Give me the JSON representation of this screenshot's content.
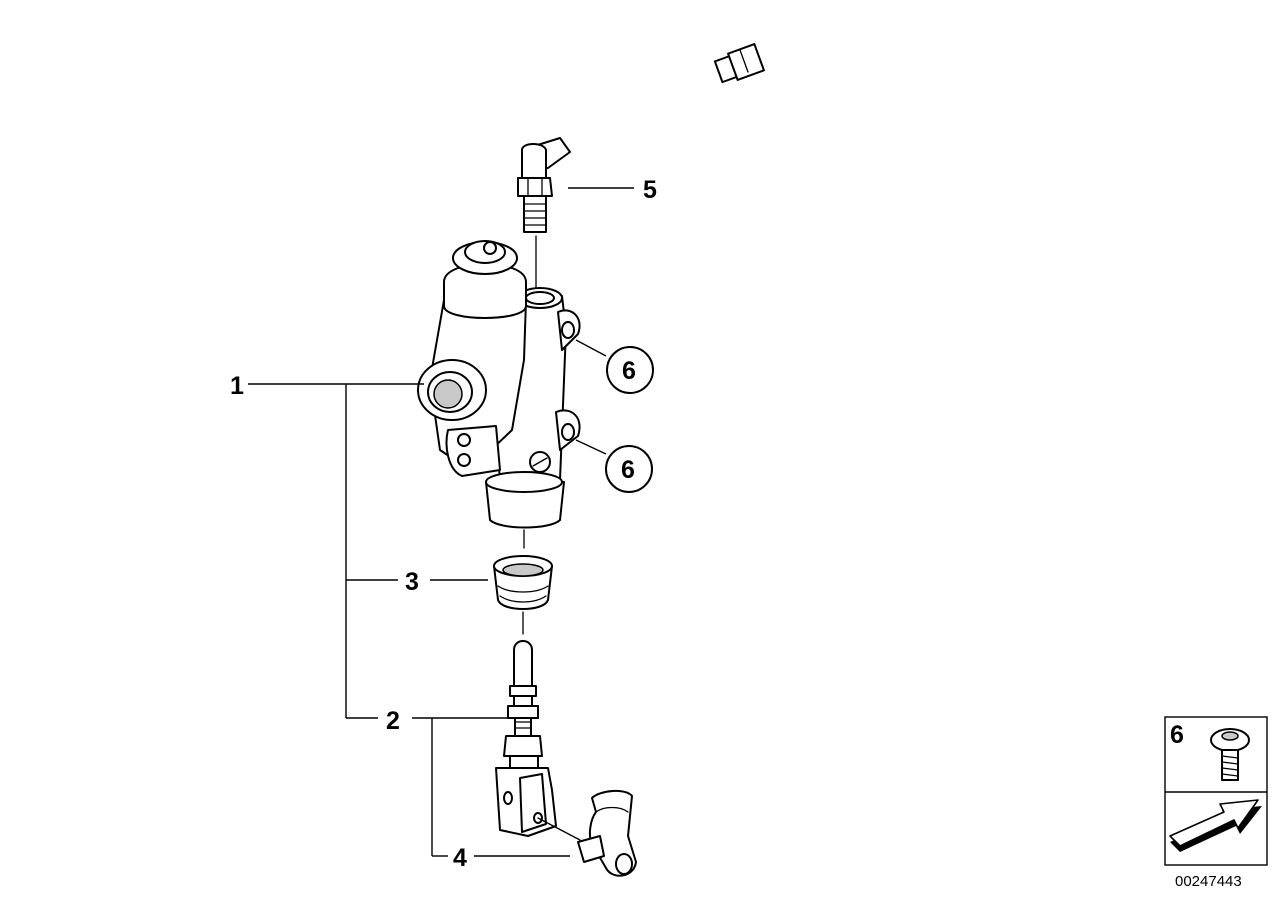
{
  "callouts": {
    "c1": "1",
    "c2": "2",
    "c3": "3",
    "c4": "4",
    "c5": "5",
    "c6a": "6",
    "c6b": "6"
  },
  "legend": {
    "label": "6"
  },
  "catalog_number": "00247443"
}
